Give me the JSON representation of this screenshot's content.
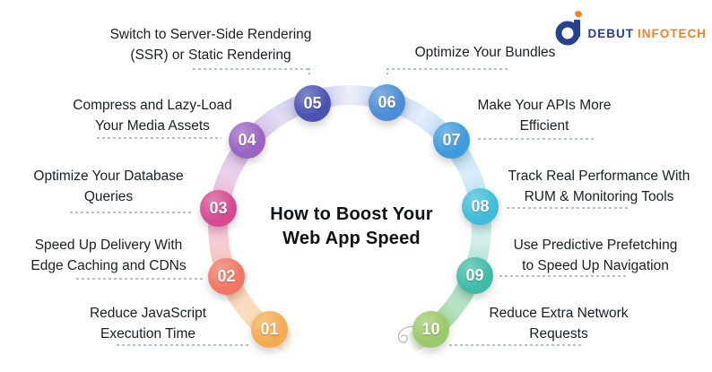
{
  "brand": {
    "icon": "debut-infotech-d-logo-icon",
    "name_primary": "DEBUT",
    "name_secondary": "INFOTECH",
    "color_primary": "#26418F",
    "color_secondary": "#F5831F"
  },
  "title": "How to Boost Your\nWeb App Speed",
  "steps": [
    {
      "number": "01",
      "label": "Reduce JavaScript\nExecution Time",
      "color": "#F6AB4E"
    },
    {
      "number": "02",
      "label": "Speed Up Delivery With\nEdge Caching and CDNs",
      "color": "#F17763"
    },
    {
      "number": "03",
      "label": "Optimize Your Database\nQueries",
      "color": "#D74A90"
    },
    {
      "number": "04",
      "label": "Compress and Lazy-Load\nYour Media Assets",
      "color": "#9B64C3"
    },
    {
      "number": "05",
      "label": "Switch to Server-Side Rendering\n(SSR) or Static Rendering",
      "color": "#4A53B3"
    },
    {
      "number": "06",
      "label": "Optimize Your Bundles",
      "color": "#4A8ED8"
    },
    {
      "number": "07",
      "label": "Make Your APIs More\nEfficient",
      "color": "#3E9BDD"
    },
    {
      "number": "08",
      "label": "Track Real Performance With\nRUM & Monitoring Tools",
      "color": "#3EBDDA"
    },
    {
      "number": "09",
      "label": "Use Predictive Prefetching\nto Speed Up Navigation",
      "color": "#3FBCA7"
    },
    {
      "number": "10",
      "label": "Reduce Extra Network\nRequests",
      "color": "#9BCA68"
    }
  ]
}
